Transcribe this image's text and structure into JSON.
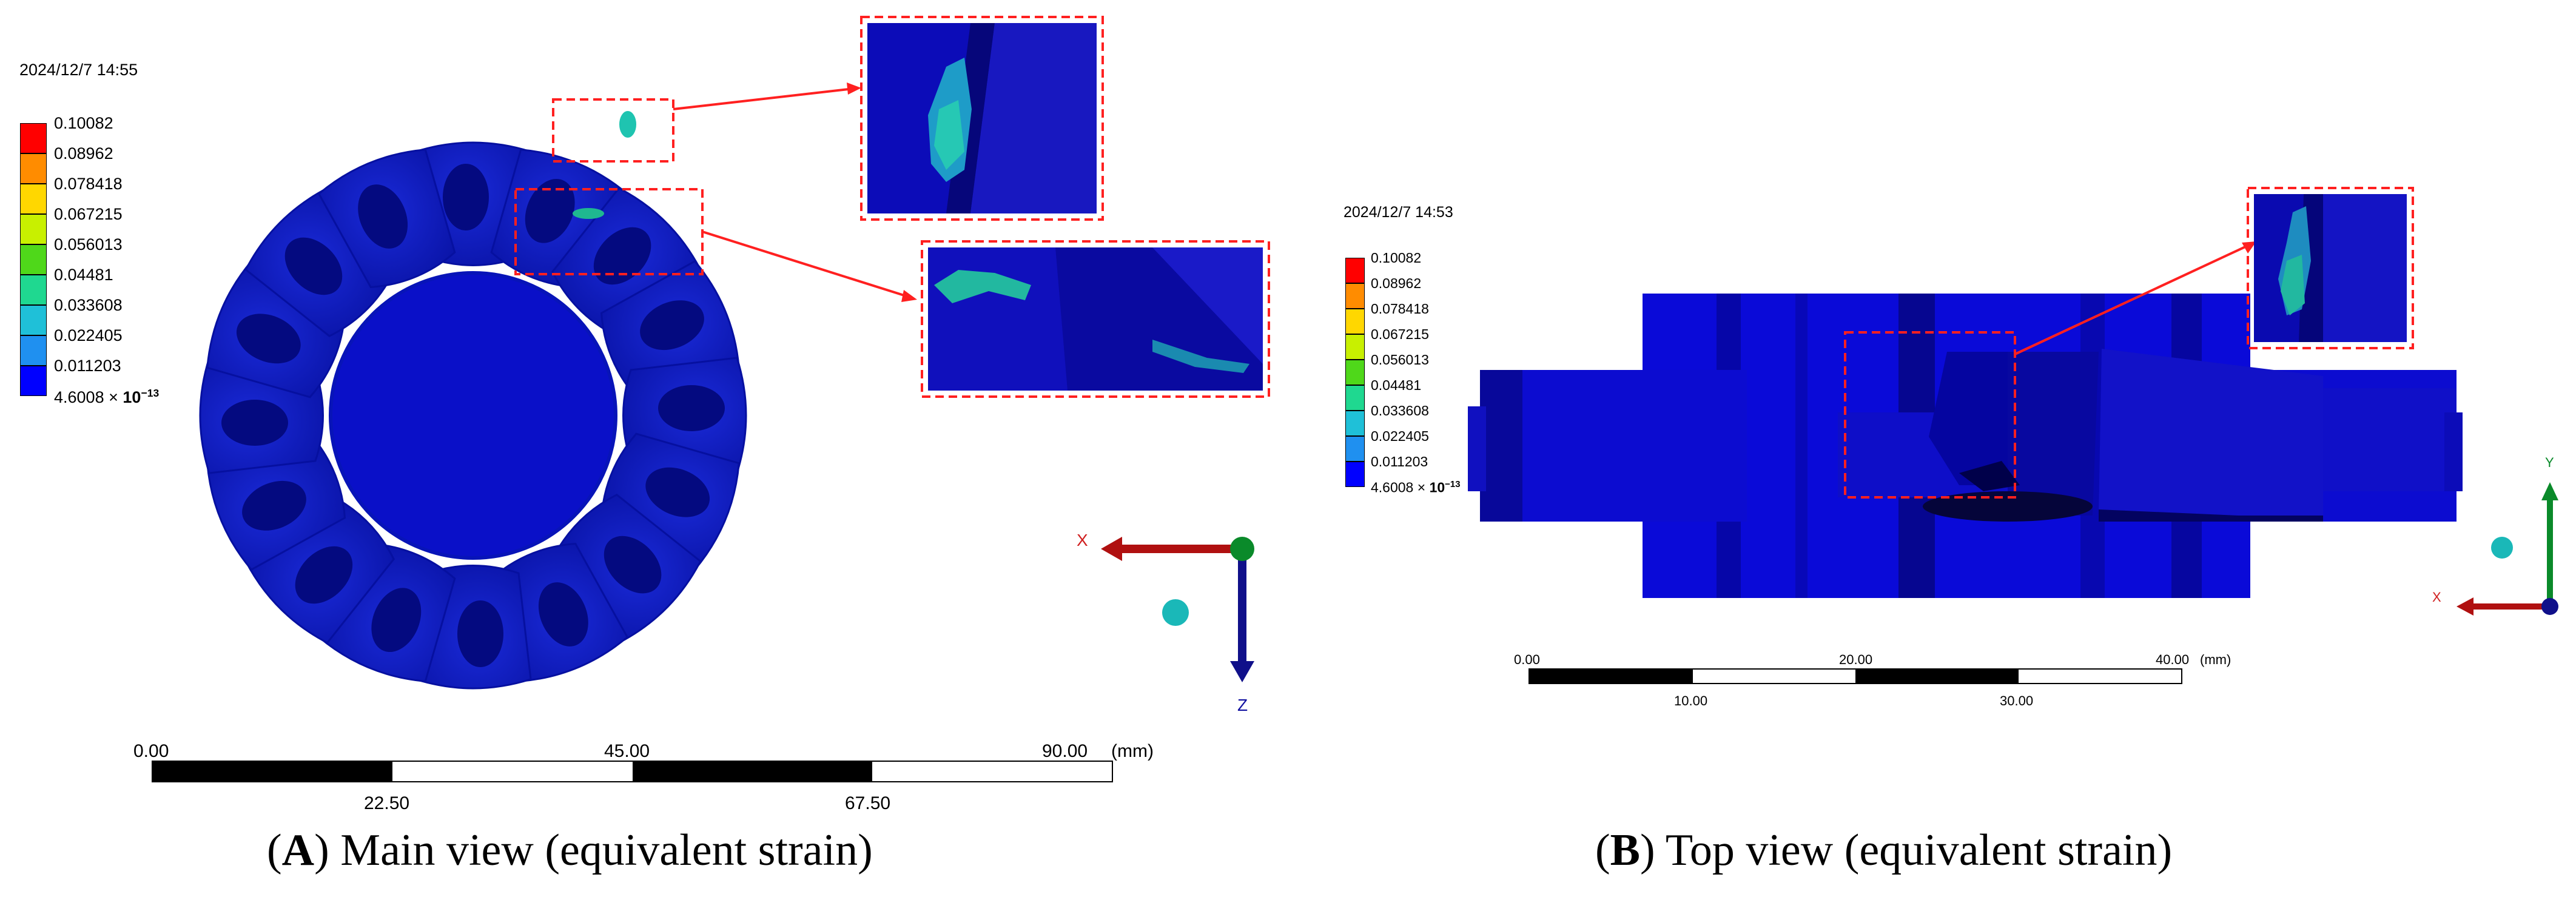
{
  "panel_a": {
    "timestamp": "2024/12/7 14:55",
    "legend": {
      "colors": [
        "#ff0000",
        "#ff8c00",
        "#ffd700",
        "#c8f000",
        "#4fd81a",
        "#1fd890",
        "#1fc0d8",
        "#1f90f0",
        "#0000ff"
      ],
      "values": [
        "0.10082",
        "0.08962",
        "0.078418",
        "0.067215",
        "0.056013",
        "0.04481",
        "0.033608",
        "0.022405",
        "0.011203"
      ],
      "min_mantissa": "4.6008",
      "min_times": "×",
      "min_base": "10",
      "min_exponent": "−13"
    },
    "axis_x": "X",
    "axis_z": "Z",
    "scale": {
      "top_labels": [
        "0.00",
        "45.00",
        "90.00"
      ],
      "unit": "(mm)",
      "bottom_labels": [
        "22.50",
        "67.50"
      ]
    },
    "caption": {
      "letter": "A",
      "open": "(",
      "close": ")",
      "text": " Main view (equivalent strain)"
    }
  },
  "panel_b": {
    "timestamp": "2024/12/7 14:53",
    "legend": {
      "colors": [
        "#ff0000",
        "#ff8c00",
        "#ffd700",
        "#c8f000",
        "#4fd81a",
        "#1fd890",
        "#1fc0d8",
        "#1f90f0",
        "#0000ff"
      ],
      "values": [
        "0.10082",
        "0.08962",
        "0.078418",
        "0.067215",
        "0.056013",
        "0.04481",
        "0.033608",
        "0.022405",
        "0.011203"
      ],
      "min_mantissa": "4.6008",
      "min_times": "×",
      "min_base": "10",
      "min_exponent": "−13"
    },
    "axis_x": "X",
    "axis_y": "Y",
    "scale": {
      "top_labels": [
        "0.00",
        "20.00",
        "40.00"
      ],
      "unit": "(mm)",
      "bottom_labels": [
        "10.00",
        "30.00"
      ]
    },
    "caption": {
      "letter": "B",
      "open": "(",
      "close": ")",
      "text": " Top view (equivalent strain)"
    }
  }
}
